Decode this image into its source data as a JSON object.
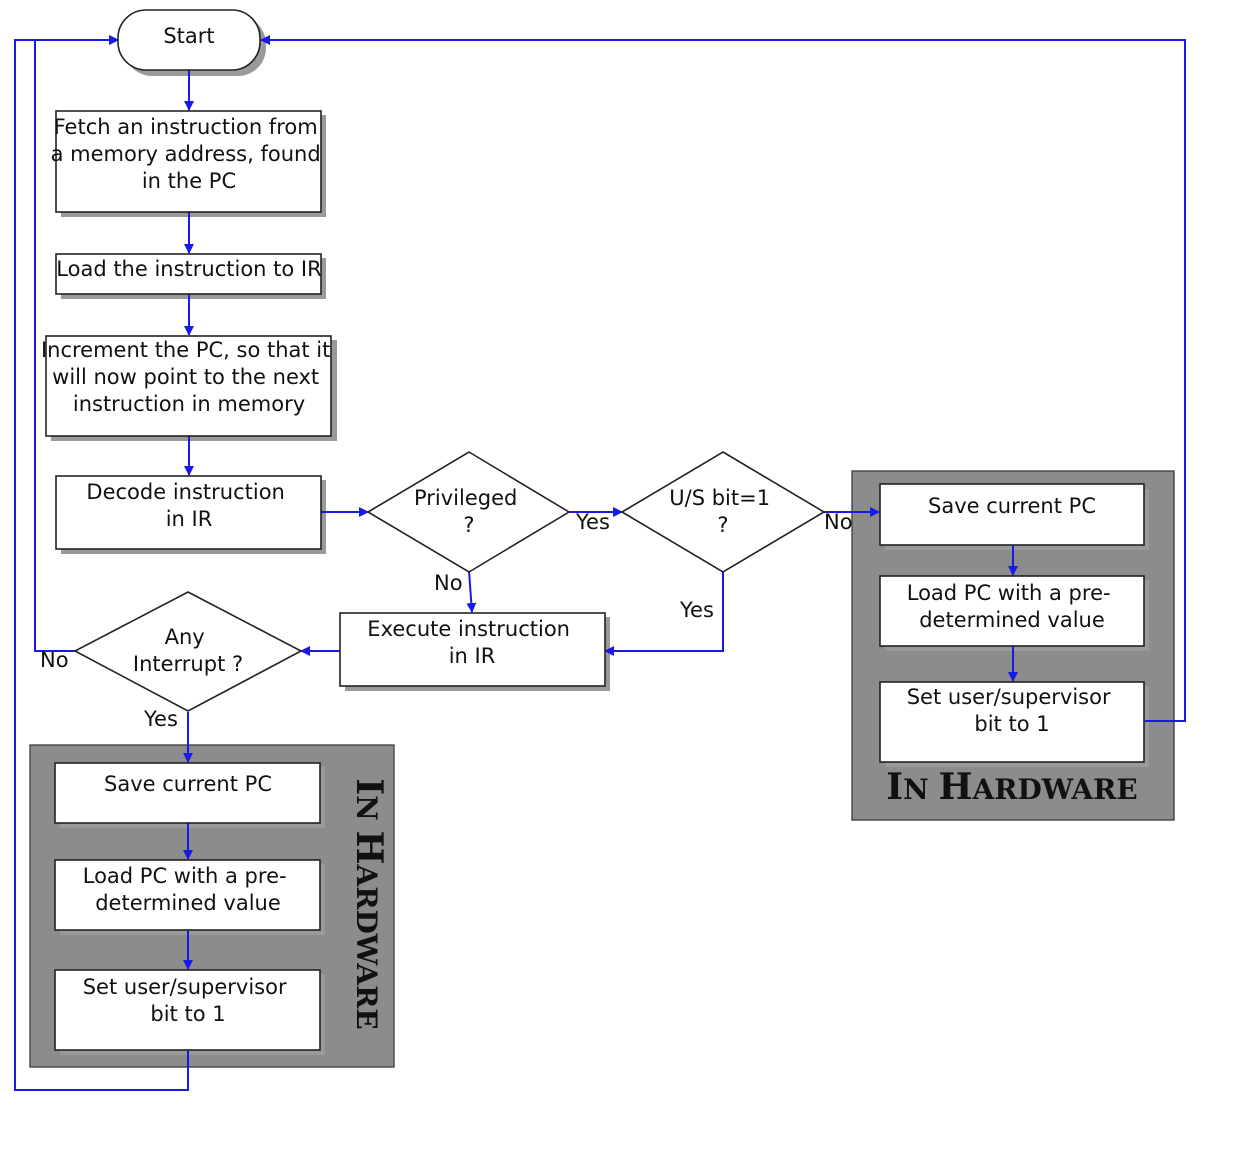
{
  "colors": {
    "arrow": "#1a1ae6",
    "panel": "#8c8c8c",
    "box_fill": "#ffffff",
    "box_stroke": "#222222"
  },
  "nodes": {
    "start": "Start",
    "fetch": [
      "Fetch an instruction from",
      "a memory address, found",
      "in the PC"
    ],
    "load_ir": [
      "Load the instruction to IR"
    ],
    "increment": [
      "Increment the PC, so that it",
      "will now point to the next",
      "instruction in memory"
    ],
    "decode": [
      "Decode instruction",
      "in IR"
    ],
    "privileged": [
      "Privileged",
      "?"
    ],
    "us_bit": [
      "U/S bit=1",
      "?"
    ],
    "execute": [
      "Execute instruction",
      "in IR"
    ],
    "interrupt": [
      "Any",
      "Interrupt ?"
    ],
    "right_save": [
      "Save current PC"
    ],
    "right_load": [
      "Load PC with a pre-",
      "determined value"
    ],
    "right_set": [
      "Set user/supervisor",
      "bit to 1"
    ],
    "left_save": [
      "Save current PC"
    ],
    "left_load": [
      "Load PC with a pre-",
      "determined value"
    ],
    "left_set": [
      "Set user/supervisor",
      "bit to 1"
    ]
  },
  "edge_labels": {
    "privileged_yes": "Yes",
    "privileged_no": "No",
    "us_no": "No",
    "us_yes": "Yes",
    "interrupt_no": "No",
    "interrupt_yes": "Yes"
  },
  "panels": {
    "right": {
      "cap1": "I",
      "rest1": "N ",
      "cap2": "H",
      "rest2": "ARDWARE"
    },
    "left": {
      "cap1": "I",
      "rest1": "N ",
      "cap2": "H",
      "rest2": "ARDWARE"
    }
  }
}
